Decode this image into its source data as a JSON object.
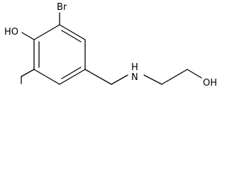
{
  "molecule": {
    "atoms": {
      "br": "Br",
      "oh_phenol": "HO",
      "nh": "H",
      "n": "N",
      "oh_terminal": "OH"
    }
  }
}
